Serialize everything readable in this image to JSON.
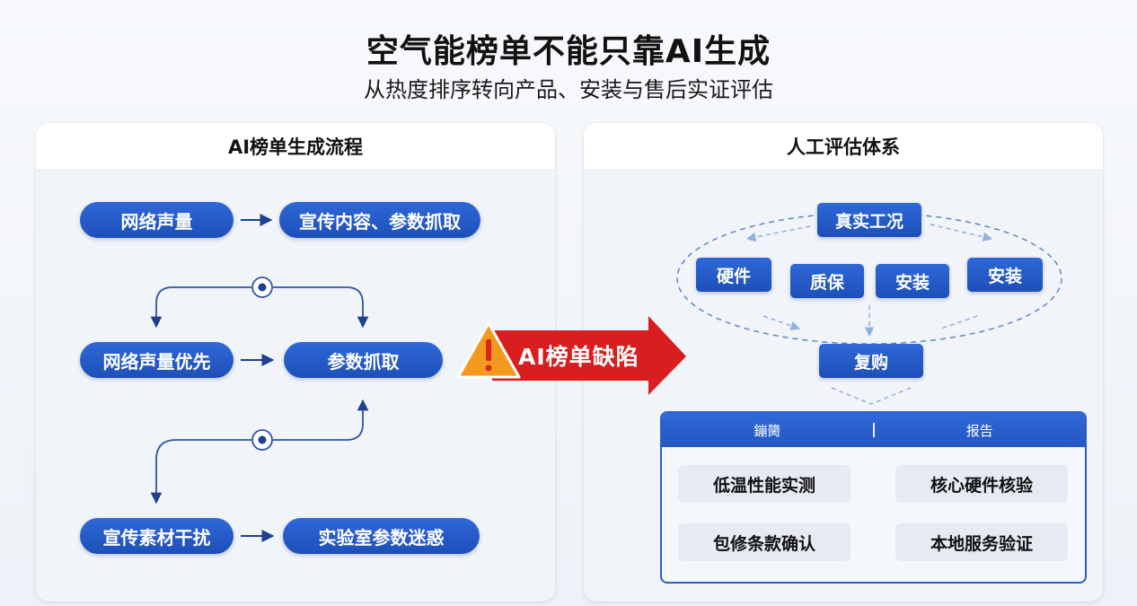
{
  "title": "空气能榜单不能只靠AI生成",
  "subtitle": "从热度排序转向产品、安装与售后实证评估",
  "left_panel": {
    "header": "AI榜单生成流程",
    "row1": {
      "a": "网络声量",
      "b": "宣传内容、参数抓取"
    },
    "row2": {
      "a": "网络声量优先",
      "b": "参数抓取"
    },
    "row3": {
      "a": "宣传素材干扰",
      "b": "实验室参数迷惑"
    }
  },
  "banner": {
    "label": "AI榜单缺陷",
    "warning_icon": "warning-triangle-icon",
    "color": "#d81e1e"
  },
  "right_panel": {
    "header": "人工评估体系",
    "top": "真实工况",
    "items": [
      "硬件",
      "质保",
      "安装",
      "安装"
    ],
    "bottom": "复购",
    "report": {
      "head_left": "鏰膐",
      "head_right": "报告",
      "chips": [
        "低温性能实测",
        "核心硬件核验",
        "包修条款确认",
        "本地服务验证"
      ]
    }
  },
  "colors": {
    "primary": "#2f68d8",
    "accent": "#d81e1e",
    "panel": "#f1f4f9"
  }
}
